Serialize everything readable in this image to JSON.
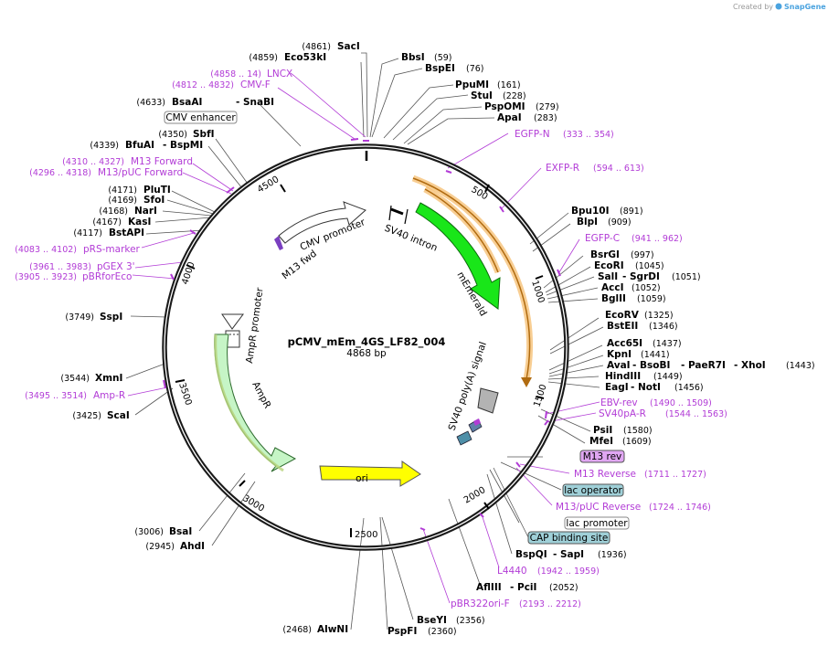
{
  "credit": {
    "created_by": "Created by",
    "brand": "SnapGene"
  },
  "plasmid": {
    "name": "pCMV_mEm_4GS_LF82_004",
    "size": "4868 bp"
  },
  "ticks": [
    "500",
    "1000",
    "1500",
    "2000",
    "2500",
    "3000",
    "3500",
    "4000",
    "4500"
  ],
  "enzymes": [
    {
      "name": "SacI",
      "pos": "(4861)"
    },
    {
      "name": "Eco53kI",
      "pos": "(4859)"
    },
    {
      "name": "BbsI",
      "pos": "(59)"
    },
    {
      "name": "BspEI",
      "pos": "(76)"
    },
    {
      "name": "PpuMI",
      "pos": "(161)"
    },
    {
      "name": "StuI",
      "pos": "(228)"
    },
    {
      "name": "PspOMI",
      "pos": "(279)"
    },
    {
      "name": "ApaI",
      "pos": "(283)"
    },
    {
      "name": "BsaAI",
      "name2": "SnaBI",
      "pos": "(4633)"
    },
    {
      "name": "SbfI",
      "pos": "(4350)"
    },
    {
      "name": "BfuAI",
      "name2": "BspMI",
      "pos": "(4339)"
    },
    {
      "name": "PluTI",
      "pos": "(4171)"
    },
    {
      "name": "SfoI",
      "pos": "(4169)"
    },
    {
      "name": "NarI",
      "pos": "(4168)"
    },
    {
      "name": "KasI",
      "pos": "(4167)"
    },
    {
      "name": "BstAPI",
      "pos": "(4117)"
    },
    {
      "name": "Bpu10I",
      "pos": "(891)"
    },
    {
      "name": "BlpI",
      "pos": "(909)"
    },
    {
      "name": "BsrGI",
      "pos": "(997)"
    },
    {
      "name": "EcoRI",
      "pos": "(1045)"
    },
    {
      "name": "SalI",
      "name2": "SgrDI",
      "pos": "(1051)"
    },
    {
      "name": "AccI",
      "pos": "(1052)"
    },
    {
      "name": "BglII",
      "pos": "(1059)"
    },
    {
      "name": "EcoRV",
      "pos": "(1325)"
    },
    {
      "name": "BstEII",
      "pos": "(1346)"
    },
    {
      "name": "Acc65I",
      "pos": "(1437)"
    },
    {
      "name": "KpnI",
      "pos": "(1441)"
    },
    {
      "name": "AvaI",
      "name2": "BsoBI",
      "name3": "PaeR7I",
      "name4": "XhoI",
      "pos": "(1443)"
    },
    {
      "name": "HindIII",
      "pos": "(1449)"
    },
    {
      "name": "EagI",
      "name2": "NotI",
      "pos": "(1456)"
    },
    {
      "name": "PsiI",
      "pos": "(1580)"
    },
    {
      "name": "MfeI",
      "pos": "(1609)"
    },
    {
      "name": "SspI",
      "pos": "(3749)"
    },
    {
      "name": "XmnI",
      "pos": "(3544)"
    },
    {
      "name": "ScaI",
      "pos": "(3425)"
    },
    {
      "name": "BsaI",
      "pos": "(3006)"
    },
    {
      "name": "AhdI",
      "pos": "(2945)"
    },
    {
      "name": "AlwNI",
      "pos": "(2468)"
    },
    {
      "name": "BseYI",
      "pos": "(2356)"
    },
    {
      "name": "PspFI",
      "pos": "(2360)"
    },
    {
      "name": "AflIII",
      "name2": "PciI",
      "pos": "(2052)"
    },
    {
      "name": "BspQI",
      "name2": "SapI",
      "pos": "(1936)"
    }
  ],
  "primers": [
    {
      "name": "LNCX",
      "pos": "(4858 .. 14)"
    },
    {
      "name": "CMV-F",
      "pos": "(4812 .. 4832)"
    },
    {
      "name": "M13 Forward",
      "pos": "(4310 .. 4327)"
    },
    {
      "name": "M13/pUC Forward",
      "pos": "(4296 .. 4318)"
    },
    {
      "name": "pRS-marker",
      "pos": "(4083 .. 4102)"
    },
    {
      "name": "pGEX 3'",
      "pos": "(3961 .. 3983)"
    },
    {
      "name": "pBRforEco",
      "pos": "(3905 .. 3923)"
    },
    {
      "name": "Amp-R",
      "pos": "(3495 .. 3514)"
    },
    {
      "name": "EGFP-N",
      "pos": "(333 .. 354)"
    },
    {
      "name": "EXFP-R",
      "pos": "(594 .. 613)"
    },
    {
      "name": "EGFP-C",
      "pos": "(941 .. 962)"
    },
    {
      "name": "EBV-rev",
      "pos": "(1490 .. 1509)"
    },
    {
      "name": "SV40pA-R",
      "pos": "(1544 .. 1563)"
    },
    {
      "name": "M13 Reverse",
      "pos": "(1711 .. 1727)"
    },
    {
      "name": "M13/pUC Reverse",
      "pos": "(1724 .. 1746)"
    },
    {
      "name": "L4440",
      "pos": "(1942 .. 1959)"
    },
    {
      "name": "pBR322ori-F",
      "pos": "(2193 .. 2212)"
    }
  ],
  "boxed_features": [
    {
      "name": "CMV enhancer"
    },
    {
      "name": "M13 rev"
    },
    {
      "name": "lac operator"
    },
    {
      "name": "lac promoter"
    },
    {
      "name": "CAP binding site"
    }
  ],
  "inner_features": {
    "cmv_promoter": "CMV promoter",
    "m13_fwd": "M13 fwd",
    "sv40_intron": "SV40 intron",
    "memerald": "mEmerald",
    "sv40_polya": "SV40 poly(A) signal",
    "ampr_promoter": "AmpR promoter",
    "ampr": "AmpR",
    "ori": "ori"
  },
  "colors": {
    "backbone": "#1a1a1a",
    "primer": "#b23cd6",
    "memerald": "#19e619",
    "ampr": "#c6f5c6",
    "ori": "#ffff00",
    "orf_orange": "#f2a53a",
    "boxed_purple": "#e0a6f2",
    "boxed_teal": "#9fd0d8"
  }
}
